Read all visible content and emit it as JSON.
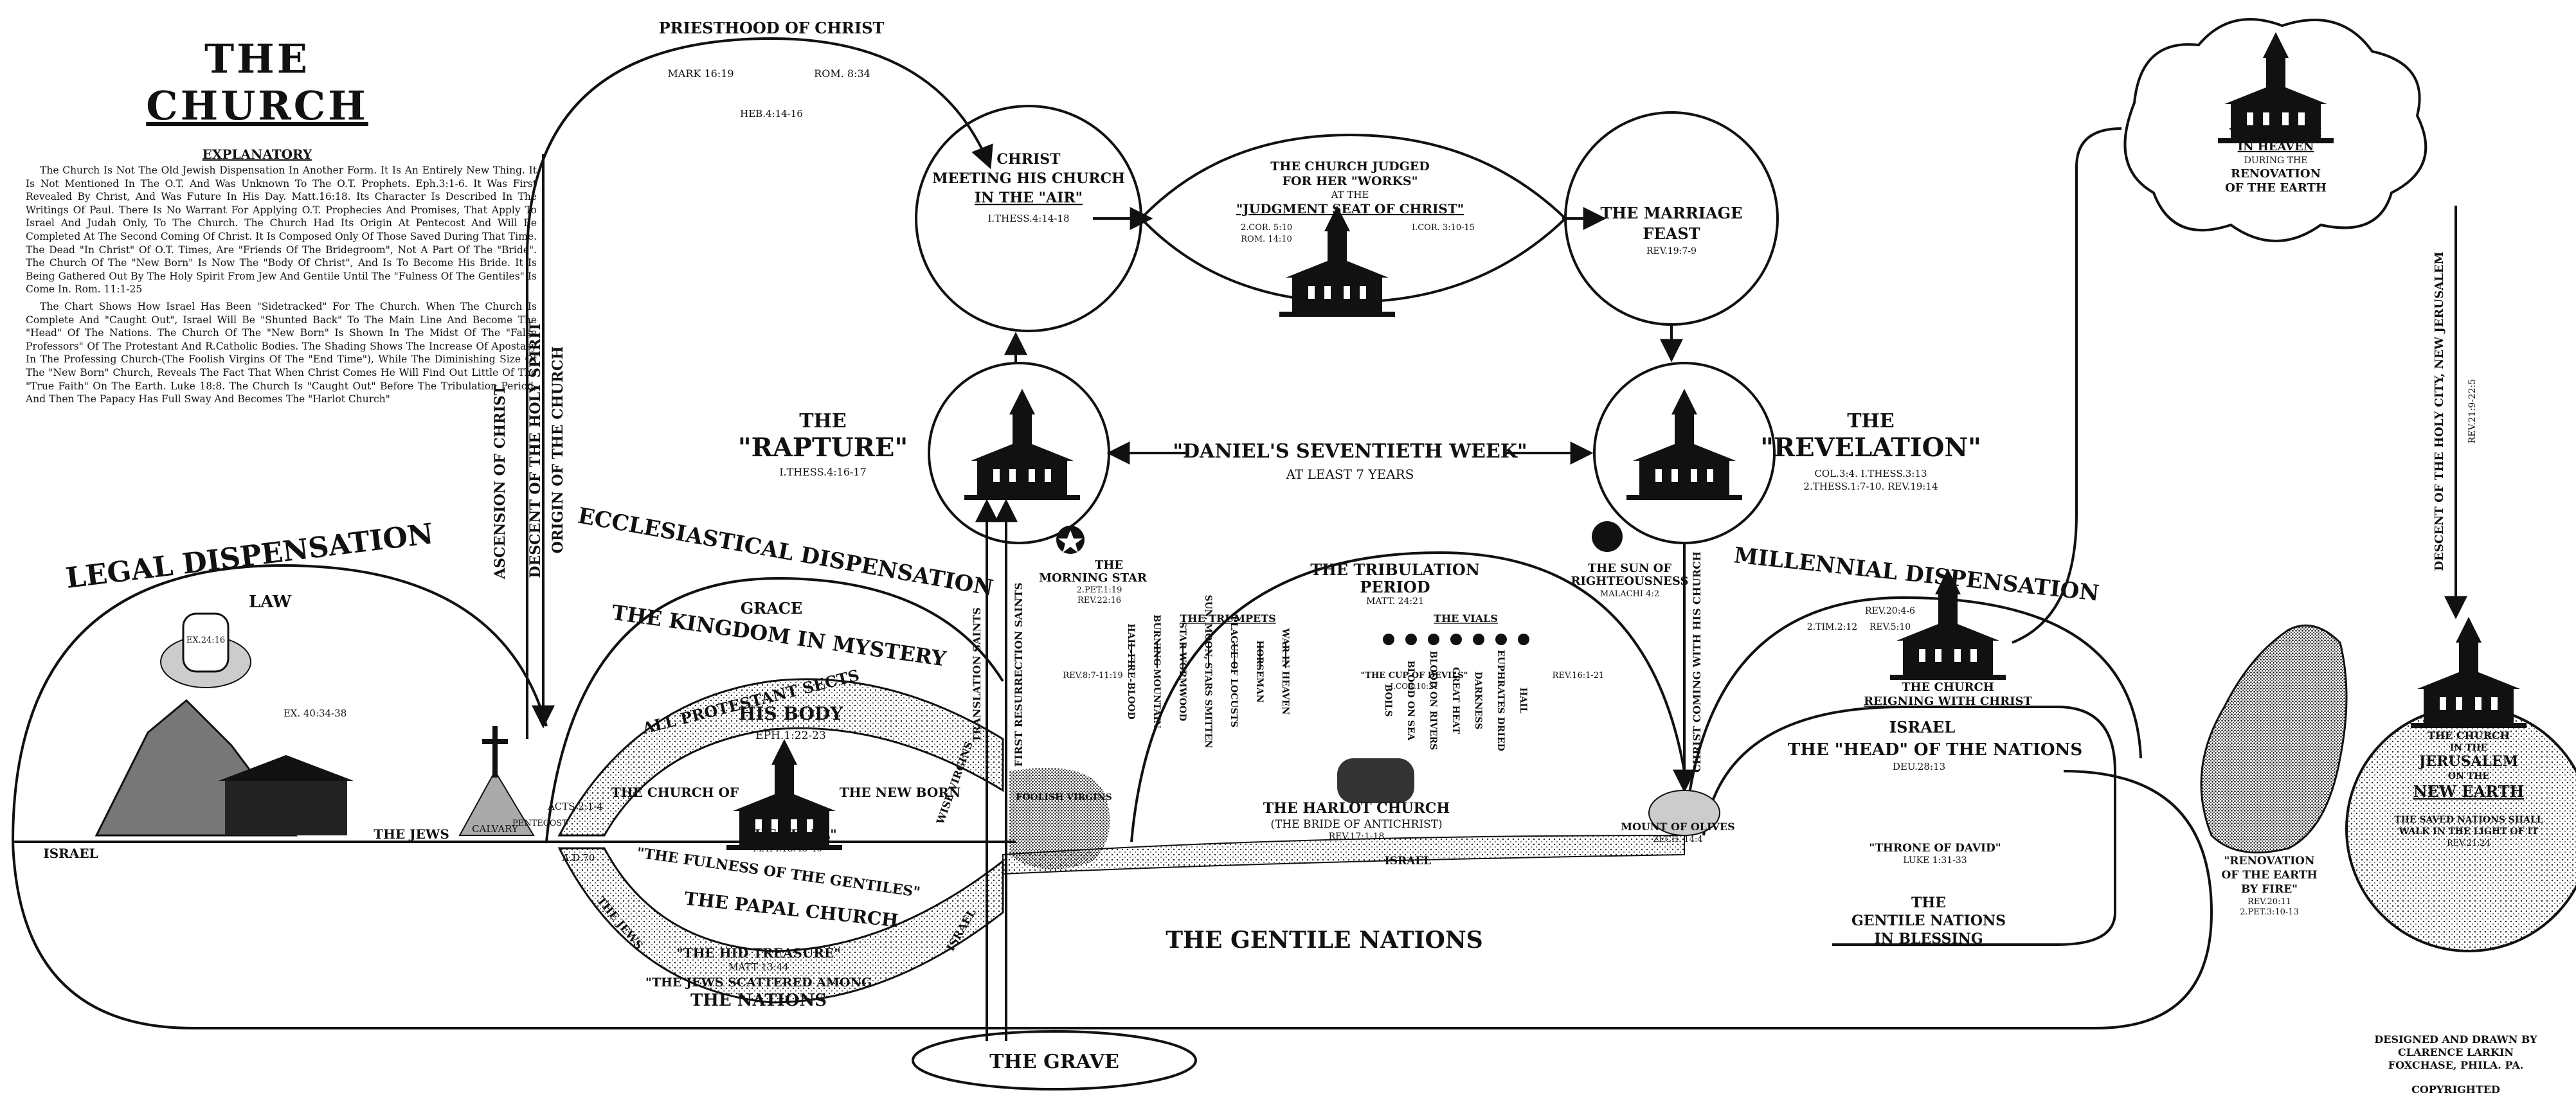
{
  "title": {
    "line1": "THE",
    "line2": "CHURCH"
  },
  "explanatory": {
    "heading": "EXPLANATORY",
    "paragraphs": [
      "The Church Is Not The Old Jewish Dispensation In Another Form. It Is An Entirely New Thing. It Is Not Mentioned In The O.T. And Was Unknown To The O.T. Prophets. Eph.3:1-6. It Was First Revealed By Christ, And Was Future In His Day. Matt.16:18. Its Character Is Described In The Writings Of Paul. There Is No Warrant For Applying O.T. Prophecies And Promises, That Apply To Israel And Judah Only, To The Church. The Church Had Its Origin At Pentecost And Will Be Completed At The Second Coming Of Christ. It Is Composed Only Of Those Saved During That Time. The Dead \"In Christ\" Of O.T. Times, Are \"Friends Of The Bridegroom\", Not A Part Of The \"Bride\". The Church Of The \"New Born\" Is Now The \"Body Of Christ\", And Is To Become His Bride. It Is Being Gathered Out By The Holy Spirit From Jew And Gentile Until The \"Fulness Of The Gentiles\" Is Come In. Rom. 11:1-25",
      "The Chart Shows How Israel Has Been \"Sidetracked\" For The Church. When The Church Is Complete And \"Caught Out\", Israel Will Be \"Shunted Back\" To The Main Line And Become The \"Head\" Of The Nations. The Church Of The \"New Born\" Is Shown In The Midst Of The \"False Professors\" Of The Protestant And R.Catholic Bodies. The Shading Shows The Increase Of Apostasy In The Professing Church-(The Foolish Virgins Of The \"End Time\"), While The Diminishing Size Of The \"New Born\" Church, Reveals The Fact That When Christ Comes He Will Find Out Little Of The \"True Faith\" On The Earth. Luke 18:8. The Church Is \"Caught Out\" Before The Tribulation Period, And Then The Papacy Has Full Sway And Becomes The \"Harlot Church\""
    ]
  },
  "left": {
    "legal": "LEGAL DISPENSATION",
    "law": "LAW",
    "tablets": "EX.24:16",
    "ex_ref": "EX. 40:34-38",
    "israel": "ISRAEL",
    "the_jews": "THE JEWS",
    "calvary": "CALVARY",
    "pentecost": "PENTECOST",
    "acts": "ACTS 2:1-4",
    "ad70": "A.D.70",
    "ascension": "ASCENSION OF CHRIST",
    "descent": "DESCENT OF THE HOLY SPIRIT",
    "origin": "ORIGIN OF THE CHURCH"
  },
  "priesthood": {
    "label": "PRIESTHOOD OF CHRIST",
    "ref1": "MARK 16:19",
    "ref2": "ROM. 8:34",
    "ref3": "HEB.4:14-16"
  },
  "meeting": {
    "l1": "CHRIST",
    "l2": "MEETING HIS CHURCH",
    "l3": "IN THE \"AIR\"",
    "ref": "I.THESS.4:14-18"
  },
  "judgment": {
    "l1": "THE CHURCH JUDGED",
    "l2": "FOR HER \"WORKS\"",
    "l3": "AT THE",
    "l4": "\"JUDGMENT SEAT OF CHRIST\"",
    "ref1": "2.COR. 5:10",
    "ref2": "I.COR. 3:10-15",
    "ref3": "ROM. 14:10"
  },
  "marriage": {
    "l1": "THE MARRIAGE",
    "l2": "FEAST",
    "ref": "REV.19:7-9"
  },
  "rapture": {
    "l1": "THE",
    "l2": "\"RAPTURE\"",
    "ref": "I.THESS.4:16-17",
    "church": "THE CHURCH"
  },
  "daniel": {
    "l1": "\"DANIEL'S SEVENTIETH WEEK\"",
    "l2": "AT LEAST 7 YEARS"
  },
  "revelation": {
    "l1": "THE",
    "l2": "\"REVELATION\"",
    "ref1": "COL.3:4. I.THESS.3:13",
    "ref2": "2.THESS.1:7-10. REV.19:14",
    "church": "THE CHURCH"
  },
  "ecclesiastical": {
    "title": "ECCLESIASTICAL DISPENSATION",
    "grace": "GRACE",
    "kingdom": "THE KINGDOM IN MYSTERY",
    "protestant": "ALL PROTESTANT SECTS",
    "body": "HIS BODY",
    "eph": "EPH.1:22-23",
    "church_of": "THE CHURCH OF",
    "new_born": "THE NEW BORN",
    "pearl": "\"THE PEARL\"",
    "pearl_ref": "MATT.13:45-46",
    "fulness": "\"THE FULNESS OF THE GENTILES\"",
    "papal": "THE PAPAL CHURCH",
    "hid": "\"THE HID TREASURE\"",
    "hid_ref": "MATT 13:44",
    "scattered": "\"THE JEWS SCATTERED AMONG",
    "nations": "THE NATIONS",
    "jews": "THE JEWS",
    "israel_side": "ISRAEL",
    "wise": "WISE VIRGINS",
    "foolish": "FOOLISH VIRGINS",
    "translation": "TRANSLATION SAINTS",
    "resurrection": "FIRST RESURRECTION SAINTS"
  },
  "grave": "THE GRAVE",
  "morning_star": {
    "l1": "THE",
    "l2": "MORNING STAR",
    "ref1": "2.PET.1:19",
    "ref2": "REV.22:16"
  },
  "tribulation": {
    "l1": "THE TRIBULATION",
    "l2": "PERIOD",
    "ref": "MATT. 24:21",
    "trumpets": "THE TRUMPETS",
    "vials": "THE VIALS",
    "rev_left": "REV.8:7-11:19",
    "rev_right": "REV.16:1-21",
    "trumpet_items": [
      "HAIL-FIRE-BLOOD",
      "BURNING MOUNTAIN",
      "STAR WORMWOOD",
      "SUN, MOON, STARS SMITTEN",
      "PLAGUE OF LOCUSTS",
      "HORSEMAN",
      "WAR IN HEAVEN"
    ],
    "vial_items": [
      "BOILS",
      "BLOOD ON SEA",
      "BLOOD ON RIVERS",
      "GREAT HEAT",
      "DARKNESS",
      "EUPHRATES DRIED",
      "HAIL"
    ],
    "devils": "\"THE CUP OF DEVILS\"",
    "devils_ref": "I.COR.10:21",
    "harlot": "THE HARLOT CHURCH",
    "harlot2": "(THE BRIDE OF ANTICHRIST)",
    "harlot_ref": "REV.17:1-18",
    "israel": "ISRAEL"
  },
  "gentile": "THE GENTILE NATIONS",
  "sun": {
    "l1": "THE SUN OF",
    "l2": "RIGHTEOUSNESS",
    "ref": "MALACHI 4:2"
  },
  "coming": "CHRIST COMING WITH HIS CHURCH",
  "olives": {
    "l1": "MOUNT OF OLIVES",
    "ref": "ZECH. 14:4"
  },
  "millennial": {
    "title": "MILLENNIAL DISPENSATION",
    "ref1": "REV.20:4-6",
    "ref2": "2.TIM.2:12",
    "ref3": "REV.5:10",
    "reigning1": "THE CHURCH",
    "reigning2": "REIGNING WITH CHRIST",
    "israel": "ISRAEL",
    "head": "THE \"HEAD\" OF THE NATIONS",
    "head_ref": "DEU.28:13",
    "throne": "\"THRONE OF DAVID\"",
    "throne_ref": "LUKE 1:31-33",
    "gentile1": "THE",
    "gentile2": "GENTILE NATIONS",
    "gentile3": "IN BLESSING"
  },
  "heaven": {
    "l1": "THE CHURCH",
    "l2": "IN HEAVEN",
    "l3": "DURING THE",
    "l4": "RENOVATION",
    "l5": "OF THE EARTH"
  },
  "descent_city": "DESCENT OF THE HOLY CITY, NEW JERUSALEM",
  "descent_ref": "REV.21:9-22:5",
  "renovation": {
    "l1": "\"RENOVATION",
    "l2": "OF THE EARTH",
    "l3": "BY FIRE\"",
    "ref1": "REV.20:11",
    "ref2": "2.PET.3:10-13"
  },
  "new_earth": {
    "l1": "THE CHURCH",
    "l2": "IN THE",
    "l3": "JERUSALEM",
    "l4": "ON THE",
    "l5": "NEW EARTH",
    "l6": "THE SAVED NATIONS SHALL",
    "l7": "WALK IN THE LIGHT OF IT",
    "ref": "REV.21:24"
  },
  "credit": {
    "l1": "DESIGNED AND DRAWN BY",
    "l2": "CLARENCE LARKIN",
    "l3": "FOXCHASE, PHILA. PA.",
    "l4": "COPYRIGHTED"
  }
}
